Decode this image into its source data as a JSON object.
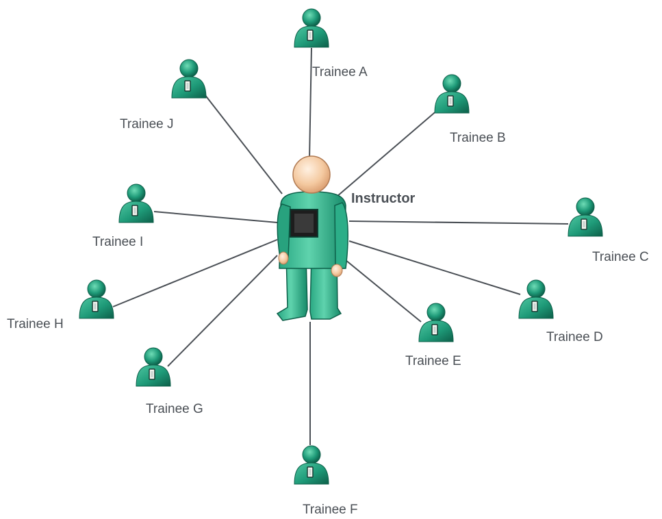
{
  "instructor": {
    "label": "Instructor"
  },
  "trainees": [
    {
      "id": "A",
      "label": "Trainee A"
    },
    {
      "id": "B",
      "label": "Trainee B"
    },
    {
      "id": "C",
      "label": "Trainee C"
    },
    {
      "id": "D",
      "label": "Trainee D"
    },
    {
      "id": "E",
      "label": "Trainee E"
    },
    {
      "id": "F",
      "label": "Trainee F"
    },
    {
      "id": "G",
      "label": "Trainee G"
    },
    {
      "id": "H",
      "label": "Trainee H"
    },
    {
      "id": "I",
      "label": "Trainee I"
    },
    {
      "id": "J",
      "label": "Trainee J"
    }
  ],
  "colors": {
    "person_green": "#1e9a78",
    "person_dark": "#0f6e55",
    "person_light": "#4fc7a2",
    "skin": "#f4c9a0",
    "device": "#222222",
    "link": "#4a4f55",
    "text": "#4a4f55"
  }
}
